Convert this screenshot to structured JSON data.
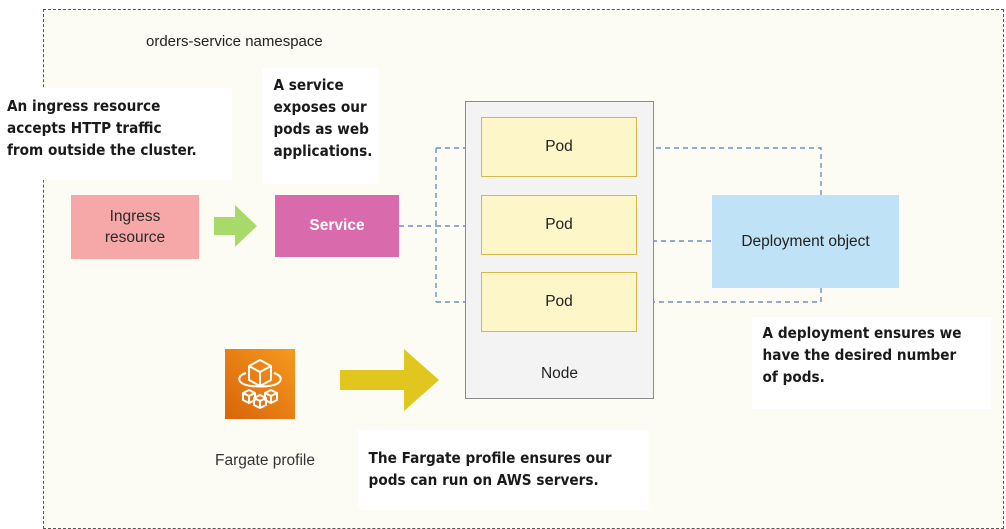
{
  "namespace": {
    "label": "orders-service namespace"
  },
  "callouts": {
    "ingress": [
      "An ingress resource",
      "accepts HTTP traffic",
      "from outside the cluster."
    ],
    "service": [
      "A service",
      "exposes our",
      "pods as web",
      "applications."
    ],
    "deployment": [
      "A deployment ensures we",
      "have the desired number",
      "of pods."
    ],
    "fargate": [
      "The Fargate profile ensures our",
      "pods can run on AWS servers."
    ]
  },
  "boxes": {
    "ingress": {
      "line1": "Ingress",
      "line2": "resource"
    },
    "service": "Service",
    "pods": [
      "Pod",
      "Pod",
      "Pod"
    ],
    "node": "Node",
    "deployment": "Deployment object",
    "fargate": "Fargate profile"
  },
  "icons": {
    "ingress_to_service_arrow": "green-block-arrow-right-icon",
    "fargate_to_node_arrow": "yellow-block-arrow-right-icon",
    "fargate_profile": "aws-fargate-icon"
  },
  "colors": {
    "namespace_bg": "#fcfcf4",
    "ingress": "#f6a7a7",
    "service": "#d96aac",
    "pod_fill": "#fdf6c8",
    "pod_border": "#d3b84a",
    "node": "#f3f3f3",
    "deployment": "#bfe2f6",
    "connector": "#6f8fbf",
    "green_arrow": "#a8d96b",
    "yellow_arrow": "#e0c61e",
    "fargate_gradient": [
      "#f59a1e",
      "#d9640a"
    ]
  }
}
